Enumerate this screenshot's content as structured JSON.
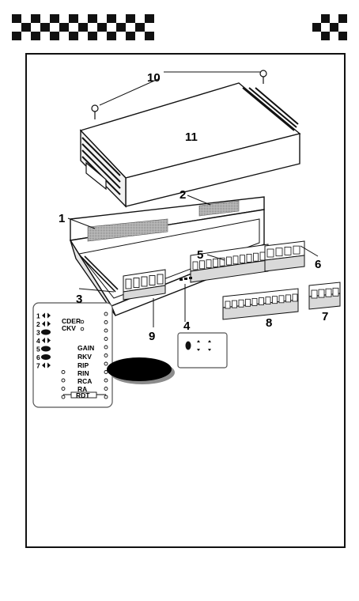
{
  "callouts": {
    "c1": "1",
    "c2": "2",
    "c3": "3",
    "c4": "4",
    "c5": "5",
    "c6": "6",
    "c7": "7",
    "c8": "8",
    "c9": "9",
    "c10": "10",
    "c11": "11"
  },
  "panel": {
    "rows": [
      "1",
      "2",
      "3",
      "4",
      "5",
      "6",
      "7"
    ],
    "labels": {
      "cder": "CDER",
      "ckv": "CKV",
      "gain": "GAIN",
      "rkv": "RKV",
      "rip": "RIP",
      "rin": "RIN",
      "rca": "RCA",
      "ra": "RA",
      "rdt": "RDT"
    }
  },
  "colors": {
    "ink": "#111111",
    "label_fill": "#9a9a9a",
    "panel_border": "#555555",
    "accent_square": "#7a1010"
  }
}
